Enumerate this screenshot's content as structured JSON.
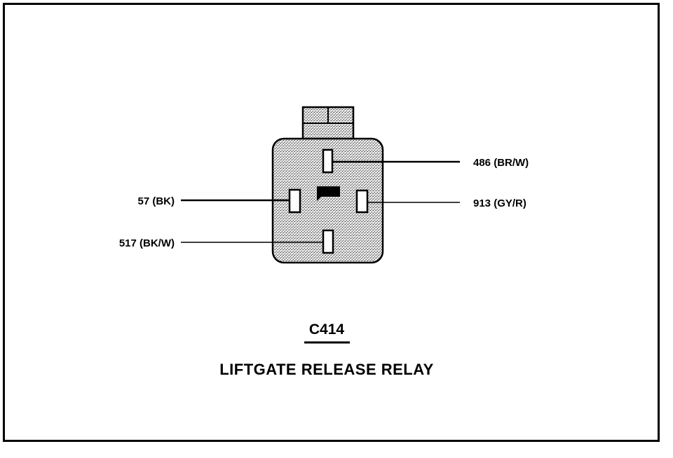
{
  "connector": {
    "id": "C414",
    "description": "LIFTGATE RELEASE RELAY"
  },
  "wires": {
    "top_right": "486 (BR/W)",
    "middle_left": "57 (BK)",
    "middle_right": "913 (GY/R)",
    "bottom_left": "517 (BK/W)"
  },
  "colors": {
    "line": "#000000",
    "background": "#ffffff",
    "connector_fill": "#cfcfcf"
  }
}
